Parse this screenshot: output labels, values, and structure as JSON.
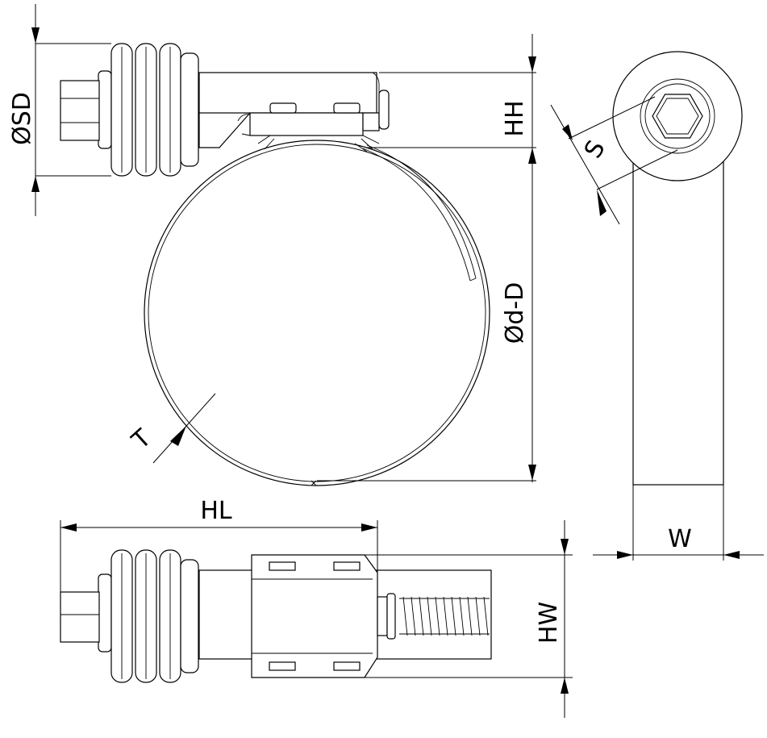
{
  "labels": {
    "sd": "ØSD",
    "hh": "HH",
    "s": "S",
    "d": "Ød-D",
    "t": "T",
    "hl": "HL",
    "w": "W",
    "hw": "HW"
  }
}
